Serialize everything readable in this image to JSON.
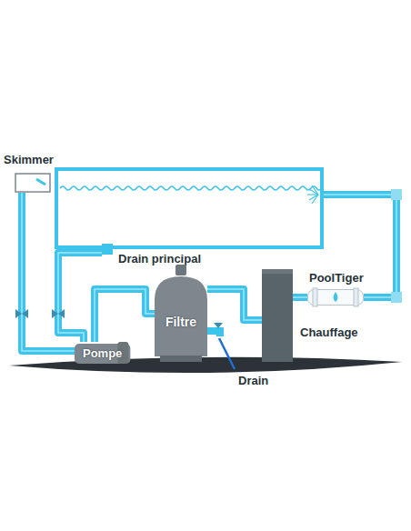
{
  "diagram": {
    "nodes": [
      {
        "text": [
          "Skimmer"
        ]
      },
      {
        "text": [
          "Drain principal"
        ]
      },
      {
        "text": [
          "PoolTiger"
        ]
      },
      {
        "text": [
          "Filtre"
        ]
      },
      {
        "text": [
          "Chauffage"
        ]
      },
      {
        "text": [
          "Pompe"
        ]
      }
    ],
    "edges": [
      {
        "from": 0,
        "to": 5,
        "arrow": "none"
      },
      {
        "from": 1,
        "to": 5,
        "arrow": "none"
      },
      {
        "from": 5,
        "to": 3,
        "arrow": "none"
      },
      {
        "from": 3,
        "to": 4,
        "arrow": "none"
      },
      {
        "from": 4,
        "to": 2,
        "arrow": "none"
      }
    ],
    "labels": [
      "Drain"
    ]
  }
}
